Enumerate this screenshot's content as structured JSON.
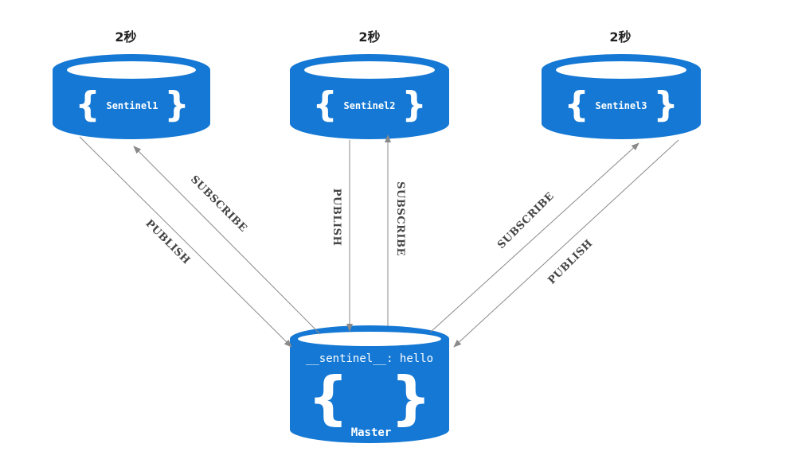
{
  "sentinels": [
    {
      "name": "Sentinel1",
      "interval": "2秒"
    },
    {
      "name": "Sentinel2",
      "interval": "2秒"
    },
    {
      "name": "Sentinel3",
      "interval": "2秒"
    }
  ],
  "master": {
    "name": "Master",
    "channel": "__sentinel__: hello"
  },
  "edges": {
    "publish": "PUBLISH",
    "subscribe": "SUBSCRIBE"
  },
  "colors": {
    "db_fill": "#1478d4",
    "db_top": "#ffffff",
    "arrow": "#8a8a8a"
  },
  "icons": {
    "database": "database-icon",
    "braces": "curly-braces-icon"
  }
}
